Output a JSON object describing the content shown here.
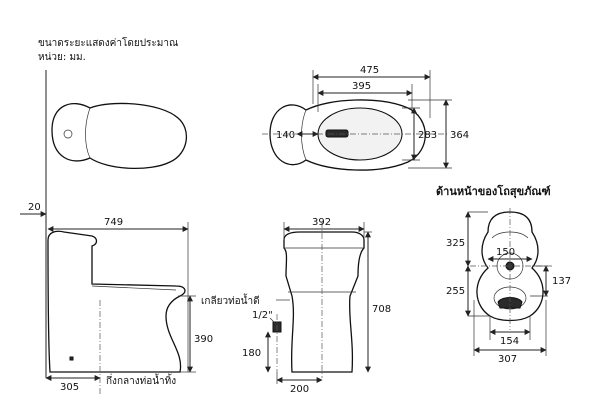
{
  "notes": {
    "scale_note": "ขนาดระยะแสดงค่าโดยประมาณ",
    "unit_note": "หน่วย: มม."
  },
  "top_view": {
    "dims": {
      "overall_length": "475",
      "bowl_length": "395",
      "tank_depth": "140",
      "bowl_width": "283",
      "overall_width": "364"
    }
  },
  "side_view": {
    "dims": {
      "total_length": "749",
      "tank_offset": "20",
      "rough_in": "305",
      "inlet_height": "390"
    },
    "labels": {
      "rough_in_label": "กึ่งกลางท่อน้ำทิ้ง"
    }
  },
  "front_view": {
    "dims": {
      "width": "392",
      "height": "708",
      "pipe_size": "1/2\"",
      "valve_height": "180",
      "base_width": "200"
    },
    "labels": {
      "supply_label": "เกลียวท่อน้ำดี"
    }
  },
  "bottom_view": {
    "title": "ด้านหน้าของโถสุขภัณฑ์",
    "dims": {
      "front_to_center": "325",
      "center_to_rear": "255",
      "outlet_width": "150",
      "outlet_offset": "137",
      "foot_width": "154",
      "base_width": "307"
    }
  }
}
